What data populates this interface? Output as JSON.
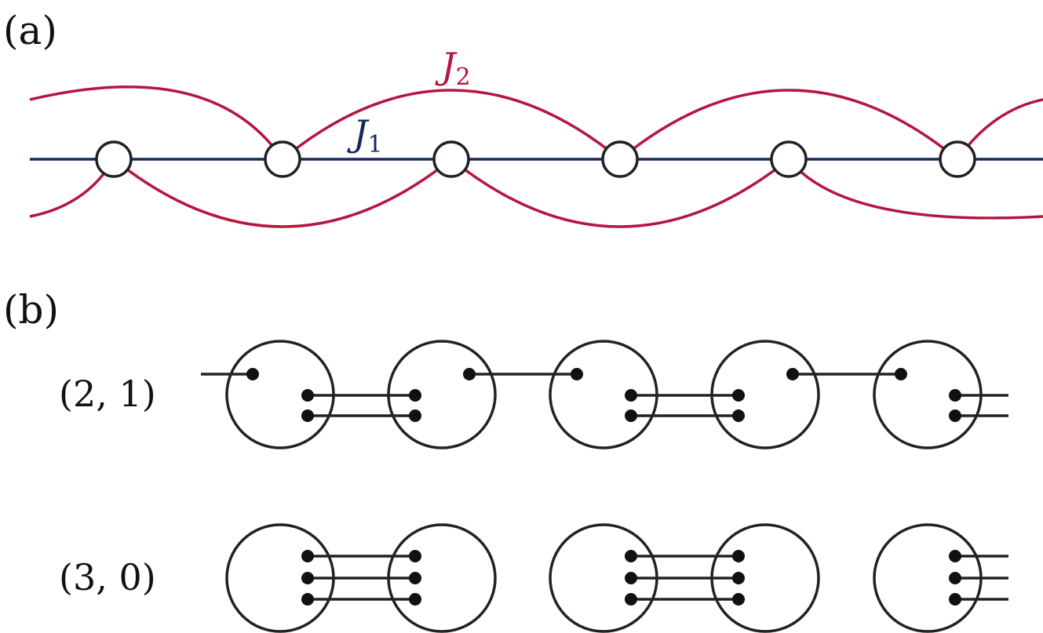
{
  "panel_a": {
    "label": "(a)",
    "j1_label": "J",
    "j1_sub": "1",
    "j2_label": "J",
    "j2_sub": "2",
    "site_count": 6,
    "colors": {
      "j1": "#15285a",
      "j2": "#b5163f",
      "site_stroke": "#222222"
    }
  },
  "panel_b": {
    "label": "(b)",
    "rows": [
      {
        "label": "(2, 1)",
        "pattern": [
          1,
          2,
          1,
          2,
          1
        ]
      },
      {
        "label": "(3, 0)",
        "pattern": [
          0,
          3,
          0,
          3,
          0
        ]
      }
    ],
    "colors": {
      "line": "#222222",
      "dot": "#111111"
    }
  }
}
